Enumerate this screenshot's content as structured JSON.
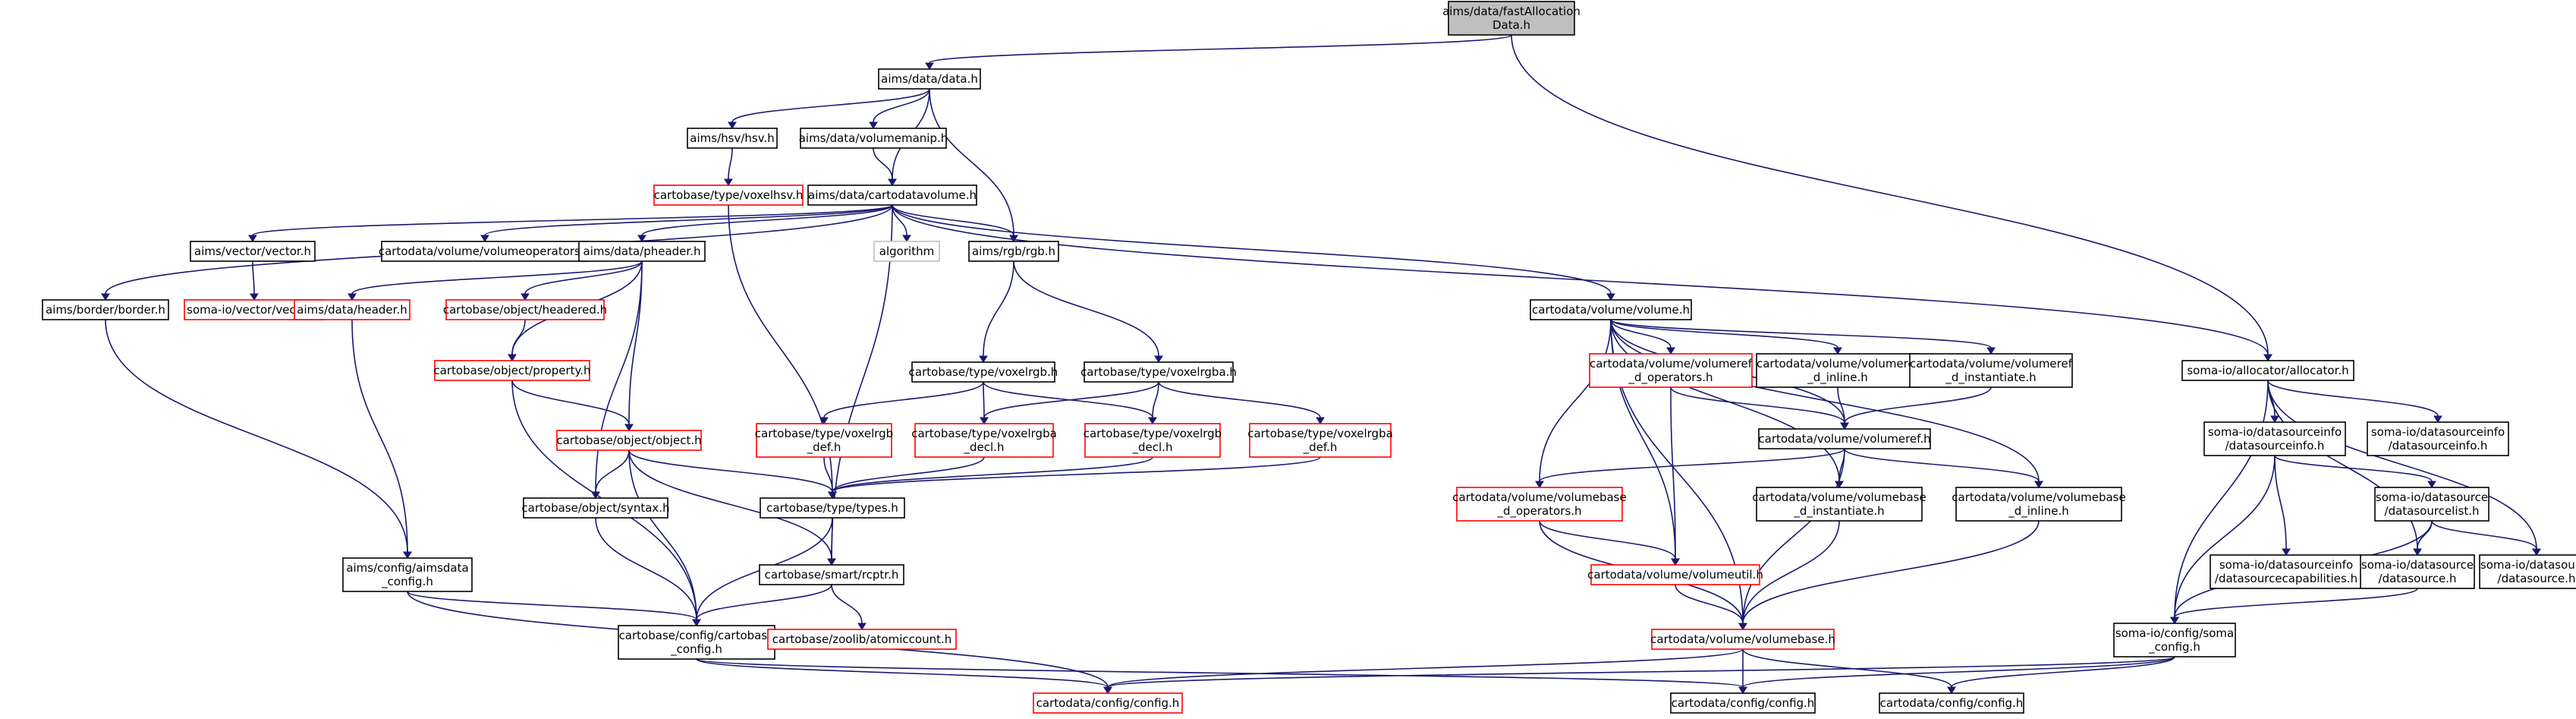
{
  "graph": {
    "nodes": [
      {
        "id": "root",
        "lines": [
          "aims/data/fastAllocation",
          "Data.h"
        ],
        "style": "root"
      },
      {
        "id": "data",
        "lines": [
          "aims/data/data.h"
        ],
        "style": "normal"
      },
      {
        "id": "hsv",
        "lines": [
          "aims/hsv/hsv.h"
        ],
        "style": "normal"
      },
      {
        "id": "volumemanip",
        "lines": [
          "aims/data/volumemanip.h"
        ],
        "style": "normal"
      },
      {
        "id": "voxelhsv",
        "lines": [
          "cartobase/type/voxelhsv.h"
        ],
        "style": "red"
      },
      {
        "id": "cdvol",
        "lines": [
          "aims/data/cartodatavolume.h"
        ],
        "style": "normal"
      },
      {
        "id": "vector",
        "lines": [
          "aims/vector/vector.h"
        ],
        "style": "normal"
      },
      {
        "id": "volops",
        "lines": [
          "cartodata/volume/volumeoperators.h"
        ],
        "style": "normal"
      },
      {
        "id": "pheader",
        "lines": [
          "aims/data/pheader.h"
        ],
        "style": "normal"
      },
      {
        "id": "algorithm",
        "lines": [
          "algorithm"
        ],
        "style": "grey"
      },
      {
        "id": "rgb",
        "lines": [
          "aims/rgb/rgb.h"
        ],
        "style": "normal"
      },
      {
        "id": "border",
        "lines": [
          "aims/border/border.h"
        ],
        "style": "normal"
      },
      {
        "id": "somavector",
        "lines": [
          "soma-io/vector/vector.h"
        ],
        "style": "red"
      },
      {
        "id": "header",
        "lines": [
          "aims/data/header.h"
        ],
        "style": "red"
      },
      {
        "id": "headered",
        "lines": [
          "cartobase/object/headered.h"
        ],
        "style": "red"
      },
      {
        "id": "property",
        "lines": [
          "cartobase/object/property.h"
        ],
        "style": "red"
      },
      {
        "id": "object",
        "lines": [
          "cartobase/object/object.h"
        ],
        "style": "red"
      },
      {
        "id": "syntax",
        "lines": [
          "cartobase/object/syntax.h"
        ],
        "style": "normal"
      },
      {
        "id": "aimsdata_config",
        "lines": [
          "aims/config/aimsdata",
          "_config.h"
        ],
        "style": "normal"
      },
      {
        "id": "voxelrgb",
        "lines": [
          "cartobase/type/voxelrgb.h"
        ],
        "style": "normal"
      },
      {
        "id": "voxelrgba",
        "lines": [
          "cartobase/type/voxelrgba.h"
        ],
        "style": "normal"
      },
      {
        "id": "voxelrgb_def",
        "lines": [
          "cartobase/type/voxelrgb",
          "_def.h"
        ],
        "style": "red"
      },
      {
        "id": "voxelrgba_decl",
        "lines": [
          "cartobase/type/voxelrgba",
          "_decl.h"
        ],
        "style": "red"
      },
      {
        "id": "voxelrgb_decl",
        "lines": [
          "cartobase/type/voxelrgb",
          "_decl.h"
        ],
        "style": "red"
      },
      {
        "id": "voxelrgba_def",
        "lines": [
          "cartobase/type/voxelrgba",
          "_def.h"
        ],
        "style": "red"
      },
      {
        "id": "types",
        "lines": [
          "cartobase/type/types.h"
        ],
        "style": "normal"
      },
      {
        "id": "rcptr",
        "lines": [
          "cartobase/smart/rcptr.h"
        ],
        "style": "normal"
      },
      {
        "id": "cartobase_config",
        "lines": [
          "cartobase/config/cartobase",
          "_config.h"
        ],
        "style": "normal"
      },
      {
        "id": "atomiccount",
        "lines": [
          "cartobase/zoolib/atomiccount.h"
        ],
        "style": "red"
      },
      {
        "id": "cd_config_red",
        "lines": [
          "cartodata/config/config.h"
        ],
        "style": "red"
      },
      {
        "id": "volume",
        "lines": [
          "cartodata/volume/volume.h"
        ],
        "style": "normal"
      },
      {
        "id": "volref_ops",
        "lines": [
          "cartodata/volume/volumeref",
          "_d_operators.h"
        ],
        "style": "red"
      },
      {
        "id": "volref_inline",
        "lines": [
          "cartodata/volume/volumeref",
          "_d_inline.h"
        ],
        "style": "normal"
      },
      {
        "id": "volref_inst",
        "lines": [
          "cartodata/volume/volumeref",
          "_d_instantiate.h"
        ],
        "style": "normal"
      },
      {
        "id": "volumeref",
        "lines": [
          "cartodata/volume/volumeref.h"
        ],
        "style": "normal"
      },
      {
        "id": "volbase_ops",
        "lines": [
          "cartodata/volume/volumebase",
          "_d_operators.h"
        ],
        "style": "red"
      },
      {
        "id": "volbase_inst",
        "lines": [
          "cartodata/volume/volumebase",
          "_d_instantiate.h"
        ],
        "style": "normal"
      },
      {
        "id": "volbase_inline",
        "lines": [
          "cartodata/volume/volumebase",
          "_d_inline.h"
        ],
        "style": "normal"
      },
      {
        "id": "volumeutil",
        "lines": [
          "cartodata/volume/volumeutil.h"
        ],
        "style": "red"
      },
      {
        "id": "volumebase",
        "lines": [
          "cartodata/volume/volumebase.h"
        ],
        "style": "red"
      },
      {
        "id": "cd_config_a",
        "lines": [
          "cartodata/config/config.h"
        ],
        "style": "normal"
      },
      {
        "id": "cd_config_b",
        "lines": [
          "cartodata/config/config.h"
        ],
        "style": "normal"
      },
      {
        "id": "allocator",
        "lines": [
          "soma-io/allocator/allocator.h"
        ],
        "style": "normal"
      },
      {
        "id": "dsinfo_full",
        "lines": [
          "soma-io/datasourceinfo",
          "/datasourceinfo.h"
        ],
        "style": "normal"
      },
      {
        "id": "dsinfo_right",
        "lines": [
          "soma-io/datasourceinfo",
          "/datasourceinfo.h"
        ],
        "style": "normal"
      },
      {
        "id": "dslist",
        "lines": [
          "soma-io/datasource",
          "/datasourcelist.h"
        ],
        "style": "normal"
      },
      {
        "id": "dscap",
        "lines": [
          "soma-io/datasourceinfo",
          "/datasourcecapabilities.h"
        ],
        "style": "normal"
      },
      {
        "id": "ds_mid",
        "lines": [
          "soma-io/datasource",
          "/datasource.h"
        ],
        "style": "normal"
      },
      {
        "id": "ds_right",
        "lines": [
          "soma-io/datasource",
          "/datasource.h"
        ],
        "style": "normal"
      },
      {
        "id": "soma_config",
        "lines": [
          "soma-io/config/soma",
          "_config.h"
        ],
        "style": "normal"
      }
    ],
    "edges": [
      [
        "root",
        "data"
      ],
      [
        "root",
        "allocator"
      ],
      [
        "data",
        "hsv"
      ],
      [
        "data",
        "volumemanip"
      ],
      [
        "data",
        "cdvol"
      ],
      [
        "data",
        "rgb"
      ],
      [
        "hsv",
        "voxelhsv"
      ],
      [
        "volumemanip",
        "cdvol"
      ],
      [
        "voxelhsv",
        "types"
      ],
      [
        "cdvol",
        "vector"
      ],
      [
        "cdvol",
        "volops"
      ],
      [
        "cdvol",
        "pheader"
      ],
      [
        "cdvol",
        "algorithm"
      ],
      [
        "cdvol",
        "rgb"
      ],
      [
        "cdvol",
        "border"
      ],
      [
        "cdvol",
        "volume"
      ],
      [
        "cdvol",
        "allocator"
      ],
      [
        "cdvol",
        "rcptr"
      ],
      [
        "vector",
        "somavector"
      ],
      [
        "pheader",
        "header"
      ],
      [
        "pheader",
        "headered"
      ],
      [
        "pheader",
        "property"
      ],
      [
        "pheader",
        "object"
      ],
      [
        "pheader",
        "syntax"
      ],
      [
        "border",
        "aimsdata_config"
      ],
      [
        "header",
        "aimsdata_config"
      ],
      [
        "headered",
        "property"
      ],
      [
        "property",
        "object"
      ],
      [
        "property",
        "cartobase_config"
      ],
      [
        "object",
        "syntax"
      ],
      [
        "object",
        "types"
      ],
      [
        "object",
        "rcptr"
      ],
      [
        "object",
        "cartobase_config"
      ],
      [
        "syntax",
        "cartobase_config"
      ],
      [
        "rgb",
        "voxelrgb"
      ],
      [
        "rgb",
        "voxelrgba"
      ],
      [
        "voxelrgb",
        "voxelrgb_def"
      ],
      [
        "voxelrgb",
        "voxelrgba_decl"
      ],
      [
        "voxelrgb",
        "voxelrgb_decl"
      ],
      [
        "voxelrgba",
        "voxelrgba_decl"
      ],
      [
        "voxelrgba",
        "voxelrgb_decl"
      ],
      [
        "voxelrgba",
        "voxelrgba_def"
      ],
      [
        "voxelrgb_def",
        "types"
      ],
      [
        "voxelrgba_decl",
        "types"
      ],
      [
        "voxelrgb_decl",
        "types"
      ],
      [
        "voxelrgba_def",
        "types"
      ],
      [
        "types",
        "rcptr"
      ],
      [
        "types",
        "cartobase_config"
      ],
      [
        "rcptr",
        "cartobase_config"
      ],
      [
        "rcptr",
        "atomiccount"
      ],
      [
        "aimsdata_config",
        "cartobase_config"
      ],
      [
        "aimsdata_config",
        "cd_config_red"
      ],
      [
        "cartobase_config",
        "cd_config_red"
      ],
      [
        "cartobase_config",
        "cd_config_a"
      ],
      [
        "volume",
        "volref_ops"
      ],
      [
        "volume",
        "volref_inline"
      ],
      [
        "volume",
        "volref_inst"
      ],
      [
        "volume",
        "volumeref"
      ],
      [
        "volume",
        "volbase_ops"
      ],
      [
        "volume",
        "volbase_inst"
      ],
      [
        "volume",
        "volbase_inline"
      ],
      [
        "volume",
        "volumeutil"
      ],
      [
        "volume",
        "volumebase"
      ],
      [
        "volref_ops",
        "volumeref"
      ],
      [
        "volref_ops",
        "volumeutil"
      ],
      [
        "volref_inline",
        "volumeref"
      ],
      [
        "volref_inst",
        "volumeref"
      ],
      [
        "volumeref",
        "volbase_ops"
      ],
      [
        "volumeref",
        "volbase_inst"
      ],
      [
        "volumeref",
        "volbase_inline"
      ],
      [
        "volumeref",
        "volumebase"
      ],
      [
        "volbase_ops",
        "volumeutil"
      ],
      [
        "volbase_ops",
        "volumebase"
      ],
      [
        "volbase_inst",
        "volumebase"
      ],
      [
        "volbase_inline",
        "volumebase"
      ],
      [
        "volumeutil",
        "volumebase"
      ],
      [
        "volumebase",
        "cd_config_red"
      ],
      [
        "volumebase",
        "cd_config_a"
      ],
      [
        "volumebase",
        "cd_config_b"
      ],
      [
        "allocator",
        "dsinfo_full"
      ],
      [
        "allocator",
        "dsinfo_right"
      ],
      [
        "allocator",
        "ds_mid"
      ],
      [
        "allocator",
        "ds_right"
      ],
      [
        "allocator",
        "soma_config"
      ],
      [
        "dsinfo_full",
        "dslist"
      ],
      [
        "dsinfo_full",
        "dscap"
      ],
      [
        "dsinfo_full",
        "soma_config"
      ],
      [
        "dslist",
        "ds_mid"
      ],
      [
        "dslist",
        "ds_right"
      ],
      [
        "dslist",
        "soma_config"
      ],
      [
        "ds_mid",
        "soma_config"
      ],
      [
        "soma_config",
        "cd_config_red"
      ],
      [
        "soma_config",
        "cd_config_a"
      ],
      [
        "soma_config",
        "cd_config_b"
      ]
    ],
    "styles": {
      "normal": {
        "fill": "#ffffff",
        "stroke": "#000000"
      },
      "red": {
        "fill": "#ffffff",
        "stroke": "#ff0000"
      },
      "grey": {
        "fill": "#ffffff",
        "stroke": "#bfbfbf"
      },
      "root": {
        "fill": "#bfbfbf",
        "stroke": "#000000"
      },
      "edge": "#191970"
    }
  }
}
